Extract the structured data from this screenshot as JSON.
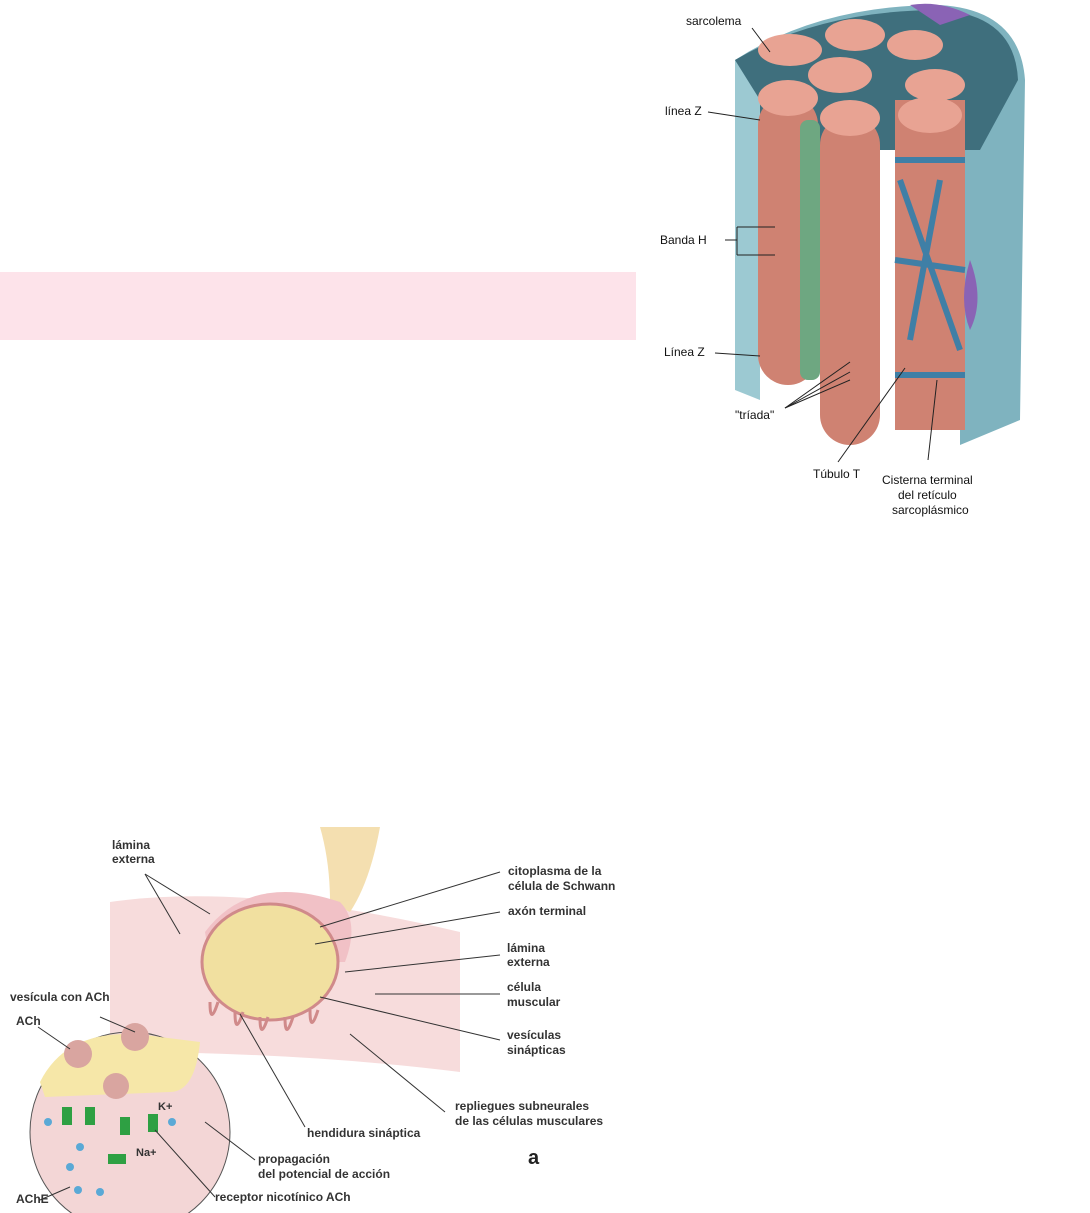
{
  "muscle_fiber_figure": {
    "labels": {
      "sarcolema": "sarcolema",
      "linea_z_top": "línea Z",
      "banda_h": "Banda H",
      "linea_z_bottom": "Línea Z",
      "triada": "\"tríada\"",
      "tubulo_t": "Túbulo T",
      "cisterna_1": "Cisterna terminal",
      "cisterna_2": "del retículo",
      "cisterna_3": "sarcoplásmico"
    }
  },
  "synapse_figure": {
    "labels": {
      "lamina_externa_1a": "lámina",
      "lamina_externa_1b": "externa",
      "citoplasma_a": "citoplasma de la",
      "citoplasma_b": "célula de Schwann",
      "axon_terminal": "axón terminal",
      "lamina_externa_2a": "lámina",
      "lamina_externa_2b": "externa",
      "celula_muscular_a": "célula",
      "celula_muscular_b": "muscular",
      "vesiculas_a": "vesículas",
      "vesiculas_b": "sinápticas",
      "vesicula_ach": "vesícula con ACh",
      "ach": "ACh",
      "repliegues_a": "repliegues subneurales",
      "repliegues_b": "de las células musculares",
      "hendidura": "hendidura sináptica",
      "propagacion_a": "propagación",
      "propagacion_b": "del potencial de acción",
      "receptor": "receptor nicotínico ACh",
      "ache": "AChE",
      "k_ion": "K+",
      "na_ion": "Na+",
      "panel_letter": "a"
    }
  }
}
